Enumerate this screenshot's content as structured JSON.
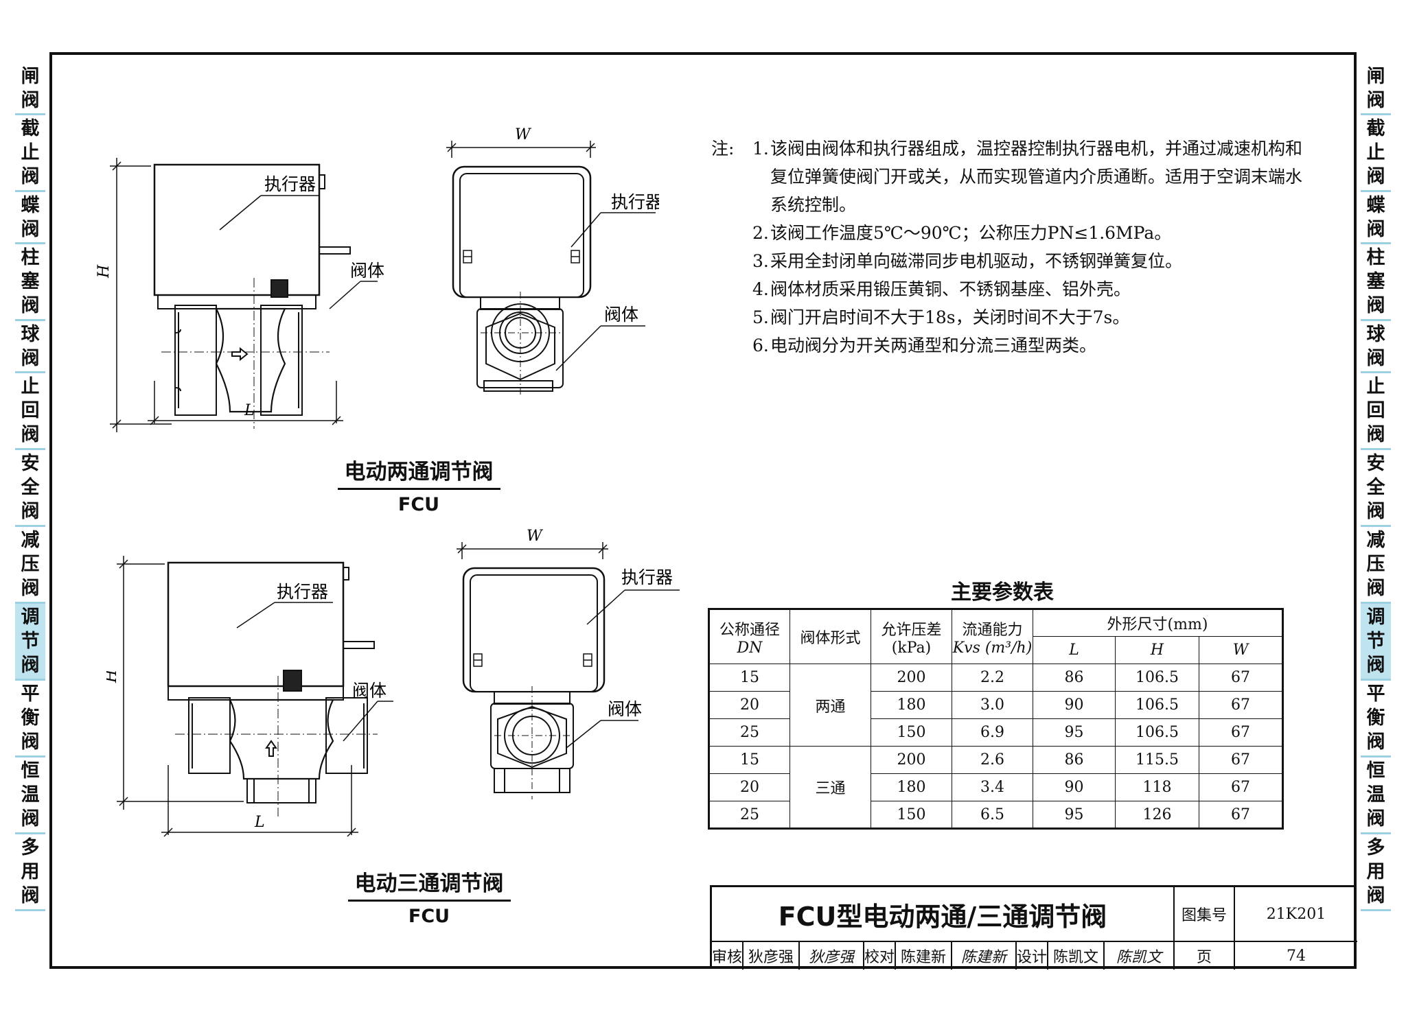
{
  "side_tabs": [
    {
      "label": "闸阀",
      "chars": [
        "闸",
        "阀"
      ],
      "active": false
    },
    {
      "label": "截止阀",
      "chars": [
        "截",
        "止",
        "阀"
      ],
      "active": false
    },
    {
      "label": "蝶阀",
      "chars": [
        "蝶",
        "阀"
      ],
      "active": false
    },
    {
      "label": "柱塞阀",
      "chars": [
        "柱",
        "塞",
        "阀"
      ],
      "active": false
    },
    {
      "label": "球阀",
      "chars": [
        "球",
        "阀"
      ],
      "active": false
    },
    {
      "label": "止回阀",
      "chars": [
        "止",
        "回",
        "阀"
      ],
      "active": false
    },
    {
      "label": "安全阀",
      "chars": [
        "安",
        "全",
        "阀"
      ],
      "active": false
    },
    {
      "label": "减压阀",
      "chars": [
        "减",
        "压",
        "阀"
      ],
      "active": false
    },
    {
      "label": "调节阀",
      "chars": [
        "调",
        "节",
        "阀"
      ],
      "active": true
    },
    {
      "label": "平衡阀",
      "chars": [
        "平",
        "衡",
        "阀"
      ],
      "active": false
    },
    {
      "label": "恒温阀",
      "chars": [
        "恒",
        "温",
        "阀"
      ],
      "active": false
    },
    {
      "label": "多用阀",
      "chars": [
        "多",
        "用",
        "阀"
      ],
      "active": false
    }
  ],
  "figures": {
    "two_way": {
      "title": "电动两通调节阀",
      "model": "FCU",
      "front": {
        "actuator_label": "执行器",
        "body_label": "阀体",
        "dim_h": "H",
        "dim_l": "L"
      },
      "side": {
        "actuator_label": "执行器",
        "body_label": "阀体",
        "dim_w": "W"
      }
    },
    "three_way": {
      "title": "电动三通调节阀",
      "model": "FCU",
      "front": {
        "actuator_label": "执行器",
        "body_label": "阀体",
        "dim_h": "H",
        "dim_l": "L"
      },
      "side": {
        "actuator_label": "执行器",
        "body_label": "阀体",
        "dim_w": "W"
      }
    }
  },
  "notes": {
    "label": "注:",
    "items": [
      {
        "num": "1.",
        "text": "该阀由阀体和执行器组成，温控器控制执行器电机，并通过减速机构和复位弹簧使阀门开或关，从而实现管道内介质通断。适用于空调末端水系统控制。"
      },
      {
        "num": "2.",
        "text": "该阀工作温度5℃～90℃；公称压力PN≤1.6MPa。"
      },
      {
        "num": "3.",
        "text": "采用全封闭单向磁滞同步电机驱动，不锈钢弹簧复位。"
      },
      {
        "num": "4.",
        "text": "阀体材质采用锻压黄铜、不锈钢基座、铝外壳。"
      },
      {
        "num": "5.",
        "text": "阀门开启时间不大于18s，关闭时间不大于7s。"
      },
      {
        "num": "6.",
        "text": "电动阀分为开关两通型和分流三通型两类。"
      }
    ]
  },
  "table": {
    "title": "主要参数表",
    "headers": {
      "dn_cn": "公称通径",
      "dn": "DN",
      "type": "阀体形式",
      "pressure_cn": "允许压差",
      "pressure_unit": "(kPa)",
      "flow_cn": "流通能力",
      "flow_unit": "Kvs (m³/h)",
      "dims": "外形尺寸(mm)",
      "l": "L",
      "h": "H",
      "w": "W"
    },
    "groups": [
      {
        "type": "两通",
        "rows": [
          {
            "dn": "15",
            "dp": "200",
            "kvs": "2.2",
            "l": "86",
            "h": "106.5",
            "w": "67"
          },
          {
            "dn": "20",
            "dp": "180",
            "kvs": "3.0",
            "l": "90",
            "h": "106.5",
            "w": "67"
          },
          {
            "dn": "25",
            "dp": "150",
            "kvs": "6.9",
            "l": "95",
            "h": "106.5",
            "w": "67"
          }
        ]
      },
      {
        "type": "三通",
        "rows": [
          {
            "dn": "15",
            "dp": "200",
            "kvs": "2.6",
            "l": "86",
            "h": "115.5",
            "w": "67"
          },
          {
            "dn": "20",
            "dp": "180",
            "kvs": "3.4",
            "l": "90",
            "h": "118",
            "w": "67"
          },
          {
            "dn": "25",
            "dp": "150",
            "kvs": "6.5",
            "l": "95",
            "h": "126",
            "w": "67"
          }
        ]
      }
    ]
  },
  "title_block": {
    "title": "FCU型电动两通/三通调节阀",
    "atlas_label": "图集号",
    "atlas_no": "21K201",
    "review_label": "审核",
    "reviewer": "狄彦强",
    "reviewer_sig": "狄彦强",
    "check_label": "校对",
    "checker": "陈建新",
    "checker_sig": "陈建新",
    "design_label": "设计",
    "designer": "陈凯文",
    "designer_sig": "陈凯文",
    "page_label": "页",
    "page_no": "74"
  }
}
